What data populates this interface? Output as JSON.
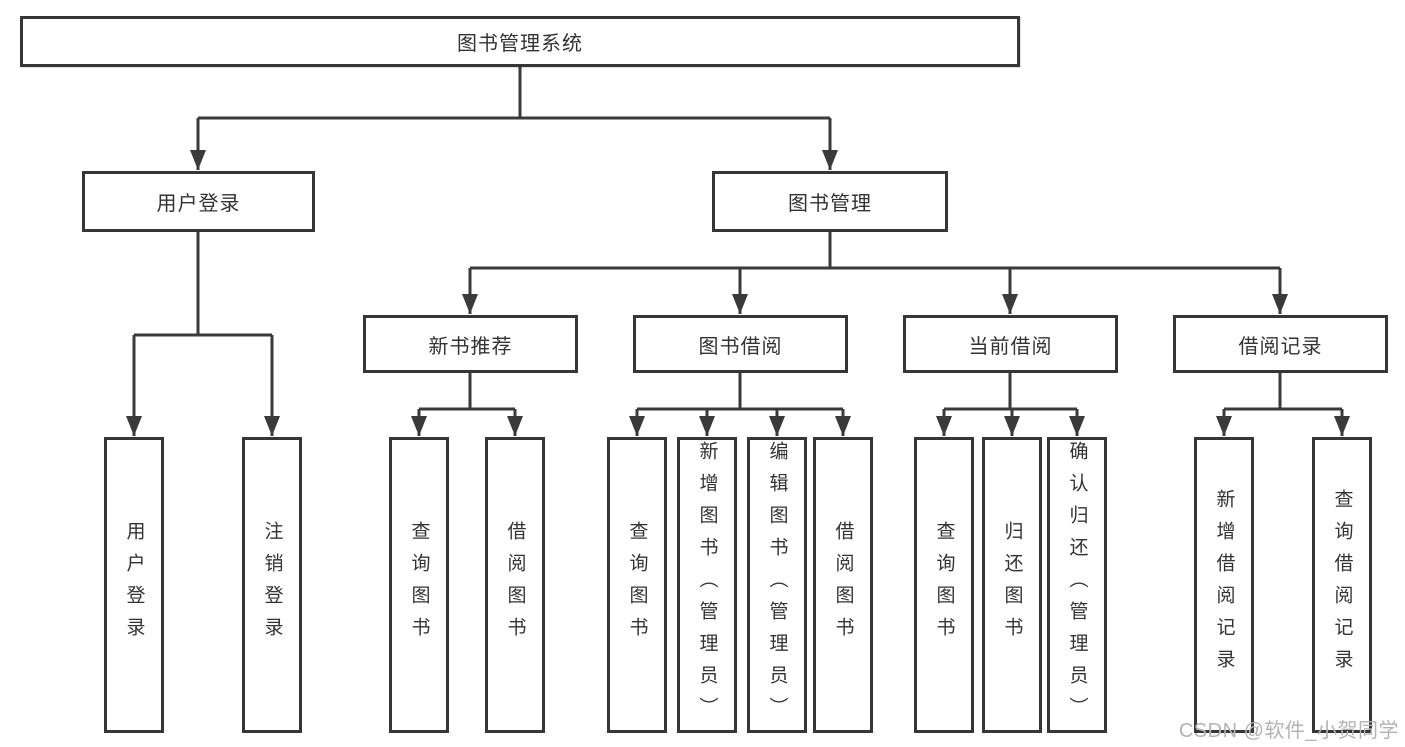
{
  "diagram": {
    "root": "图书管理系统",
    "user_login": {
      "label": "用户登录",
      "children": [
        "用户登录",
        "注销登录"
      ]
    },
    "book_management": {
      "label": "图书管理",
      "sections": [
        {
          "label": "新书推荐",
          "children": [
            "查询图书",
            "借阅图书"
          ]
        },
        {
          "label": "图书借阅",
          "children": [
            "查询图书",
            "新增图书（管理员）",
            "编辑图书（管理员）",
            "借阅图书"
          ]
        },
        {
          "label": "当前借阅",
          "children": [
            "查询图书",
            "归还图书",
            "确认归还（管理员）"
          ]
        },
        {
          "label": "借阅记录",
          "children": [
            "新增借阅记录",
            "查询借阅记录"
          ]
        }
      ]
    }
  },
  "watermark": {
    "text": "CSDN @软件_小贺同学"
  },
  "colors": {
    "line": "#3a3a3a",
    "text": "#333333",
    "box_border": "#363636",
    "box_fill": "#ffffff",
    "background": "#ffffff",
    "watermark": "#b3b3b3"
  }
}
